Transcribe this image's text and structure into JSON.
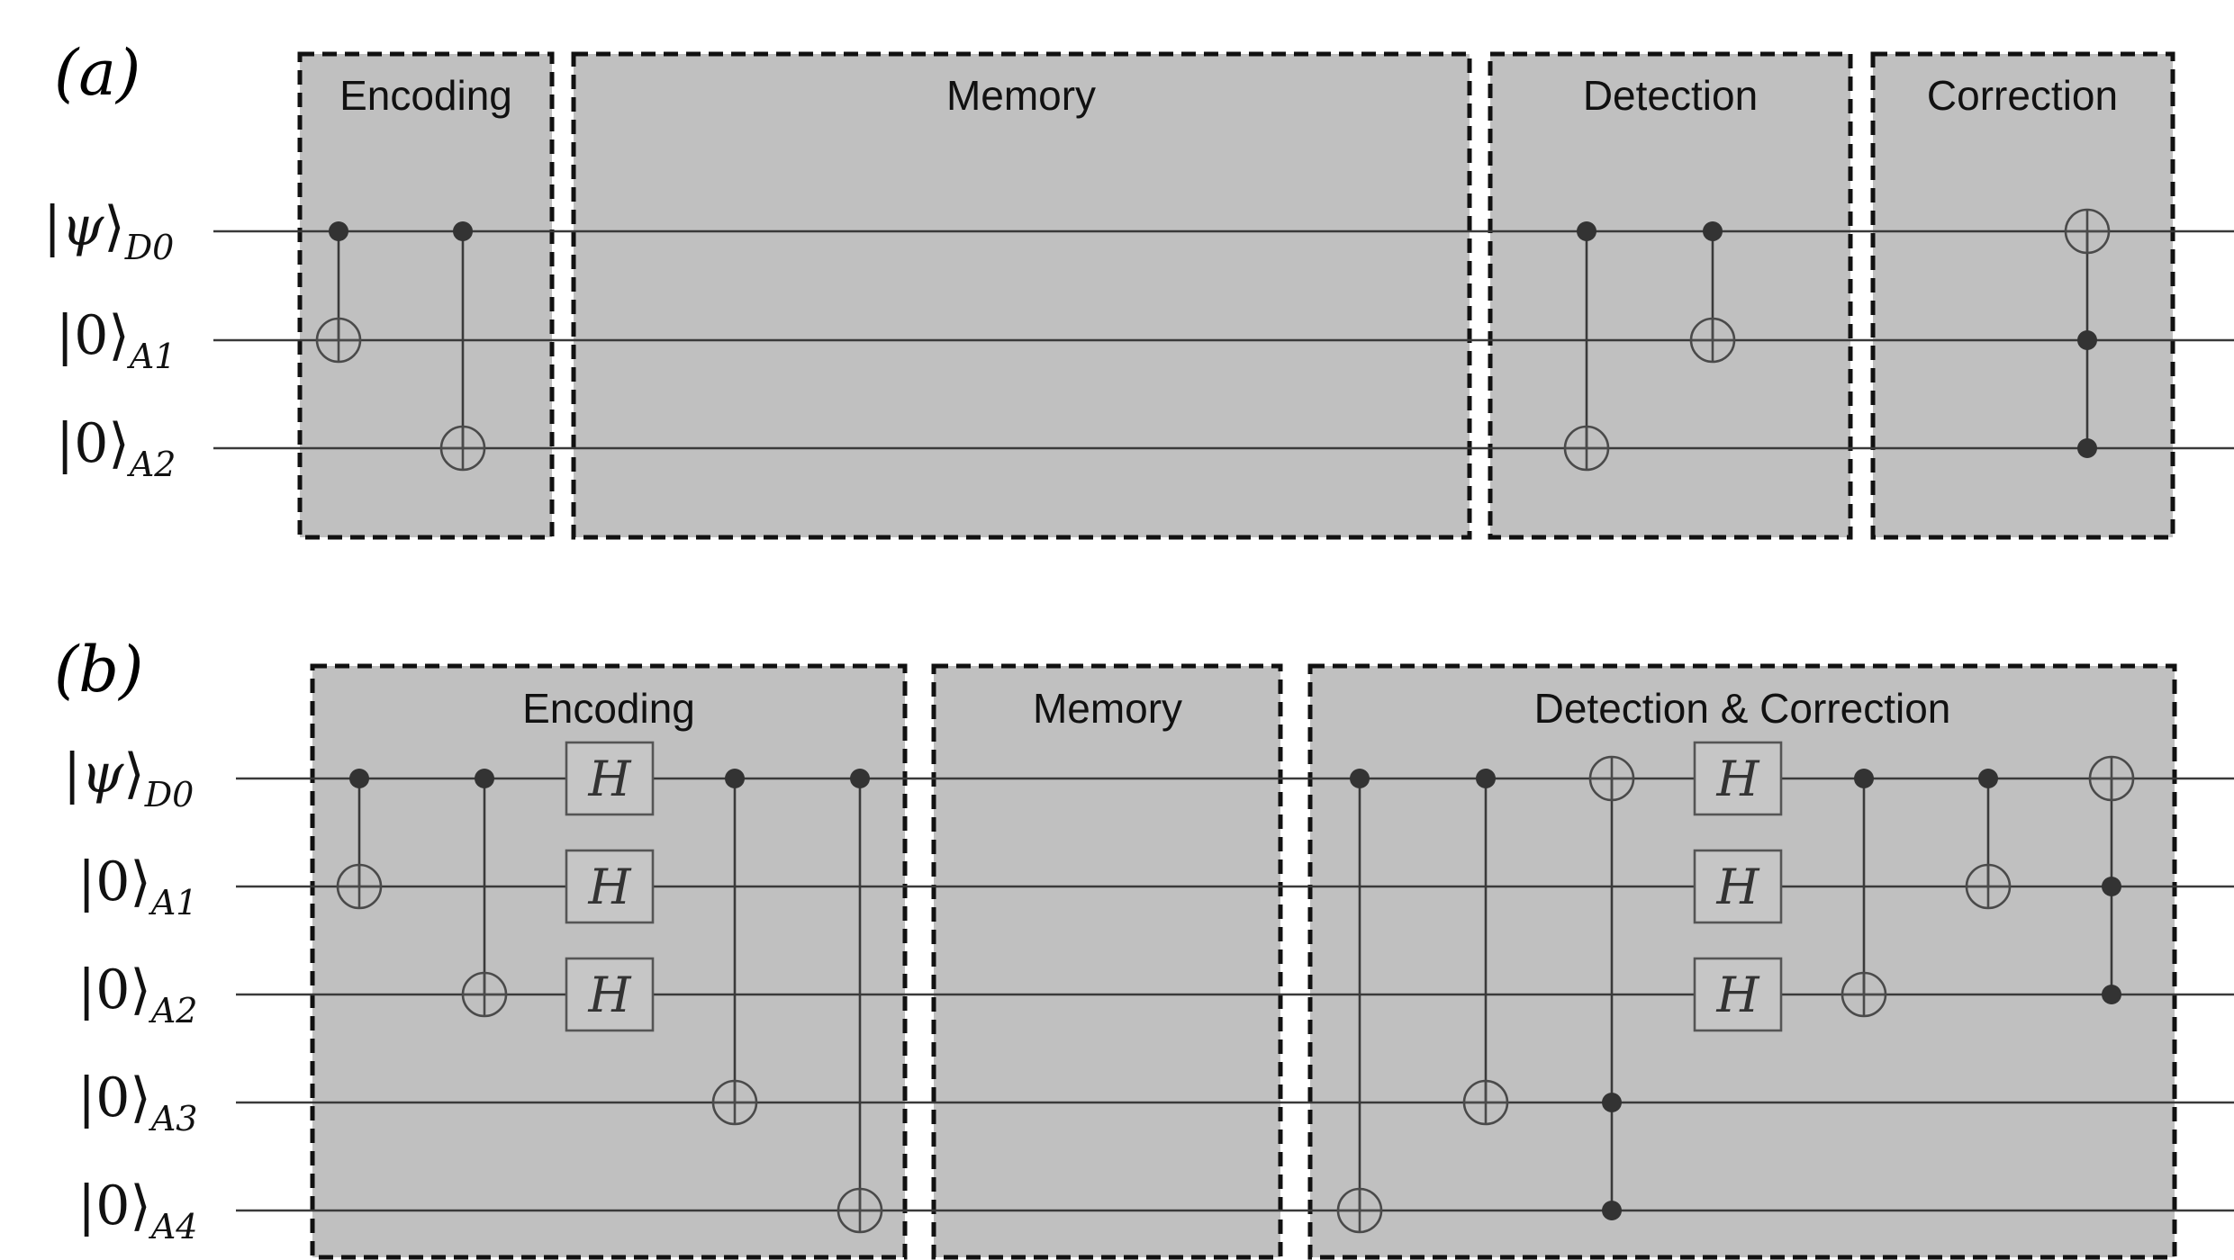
{
  "panels": [
    {
      "label": "(a)",
      "qubits": [
        {
          "ket": "ψ",
          "sub": "D0"
        },
        {
          "ket": "0",
          "sub": "A1"
        },
        {
          "ket": "0",
          "sub": "A2"
        }
      ],
      "blocks": [
        {
          "title": "Encoding"
        },
        {
          "title": "Memory"
        },
        {
          "title": "Detection"
        },
        {
          "title": "Correction"
        }
      ],
      "gates": [
        {
          "type": "cnot",
          "controls": [
            "D0"
          ],
          "target": "A1"
        },
        {
          "type": "cnot",
          "controls": [
            "D0"
          ],
          "target": "A2"
        },
        {
          "type": "cnot",
          "controls": [
            "D0"
          ],
          "target": "A2"
        },
        {
          "type": "cnot",
          "controls": [
            "D0"
          ],
          "target": "A1"
        },
        {
          "type": "toffoli",
          "controls": [
            "A1",
            "A2"
          ],
          "target": "D0"
        }
      ]
    },
    {
      "label": "(b)",
      "qubits": [
        {
          "ket": "ψ",
          "sub": "D0"
        },
        {
          "ket": "0",
          "sub": "A1"
        },
        {
          "ket": "0",
          "sub": "A2"
        },
        {
          "ket": "0",
          "sub": "A3"
        },
        {
          "ket": "0",
          "sub": "A4"
        }
      ],
      "blocks": [
        {
          "title": "Encoding"
        },
        {
          "title": "Memory"
        },
        {
          "title": "Detection & Correction"
        }
      ],
      "gates": [
        {
          "type": "cnot",
          "controls": [
            "D0"
          ],
          "target": "A1"
        },
        {
          "type": "cnot",
          "controls": [
            "D0"
          ],
          "target": "A2"
        },
        {
          "type": "h",
          "qubits": [
            "D0",
            "A1",
            "A2"
          ]
        },
        {
          "type": "cnot",
          "controls": [
            "D0"
          ],
          "target": "A3"
        },
        {
          "type": "cnot",
          "controls": [
            "D0"
          ],
          "target": "A4"
        },
        {
          "type": "cnot",
          "controls": [
            "D0"
          ],
          "target": "A4"
        },
        {
          "type": "cnot",
          "controls": [
            "D0"
          ],
          "target": "A3"
        },
        {
          "type": "toffoli",
          "controls": [
            "A3",
            "A4"
          ],
          "target": "D0"
        },
        {
          "type": "h",
          "qubits": [
            "D0",
            "A1",
            "A2"
          ]
        },
        {
          "type": "cnot",
          "controls": [
            "D0"
          ],
          "target": "A2"
        },
        {
          "type": "cnot",
          "controls": [
            "D0"
          ],
          "target": "A1"
        },
        {
          "type": "toffoli",
          "controls": [
            "A1",
            "A2"
          ],
          "target": "D0"
        }
      ]
    }
  ],
  "gate_symbol": "H"
}
